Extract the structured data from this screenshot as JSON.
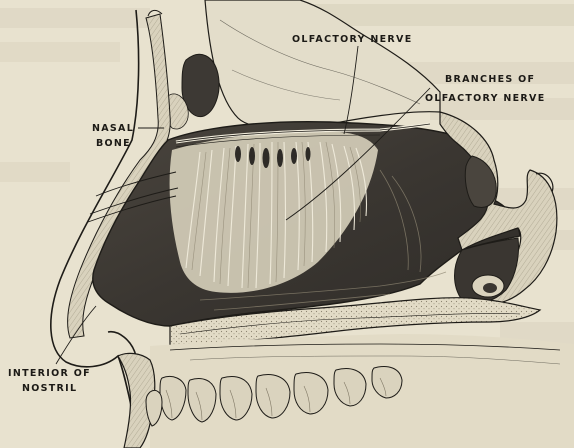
{
  "labels": {
    "olfactory_nerve": "OLFACTORY NERVE",
    "branches_line1": "BRANCHES OF",
    "branches_line2": "OLFACTORY NERVE",
    "nasal_bone_line1": "NASAL",
    "nasal_bone_line2": "BONE",
    "interior_line1": "INTERIOR OF",
    "interior_line2": "NOSTRIL"
  },
  "colors": {
    "paper": "#e8e2cf",
    "ink": "#1e1c18",
    "cavity_dark": "#3a3631",
    "bone_light": "#ddd6c2",
    "show_through_text": "#c7c0a9"
  }
}
